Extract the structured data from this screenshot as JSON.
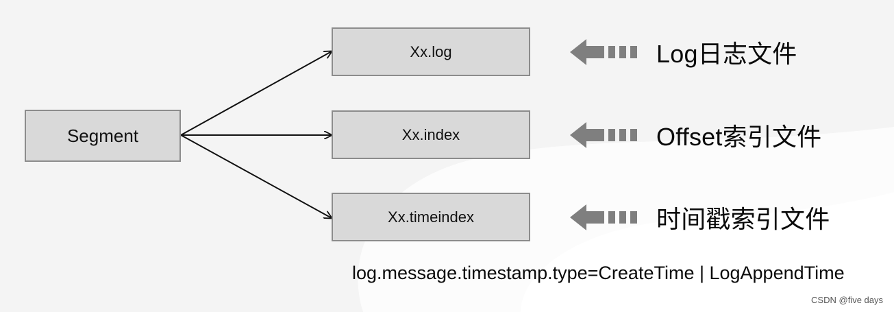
{
  "diagram": {
    "segment_label": "Segment",
    "files": [
      {
        "name": "Xx.log",
        "description": "Log日志文件"
      },
      {
        "name": "Xx.index",
        "description": "Offset索引文件"
      },
      {
        "name": "Xx.timeindex",
        "description": "时间戳索引文件"
      }
    ],
    "config_note": "log.message.timestamp.type=CreateTime | LogAppendTime",
    "watermark": "CSDN @five days"
  },
  "colors": {
    "box_fill": "#d9d9d9",
    "box_border": "#8c8c8c",
    "legend_arrow": "#7f7f7f",
    "connector": "#111111",
    "background": "#f4f4f4"
  },
  "icons": {
    "legend_arrow": "dashed-left-arrow-icon"
  }
}
